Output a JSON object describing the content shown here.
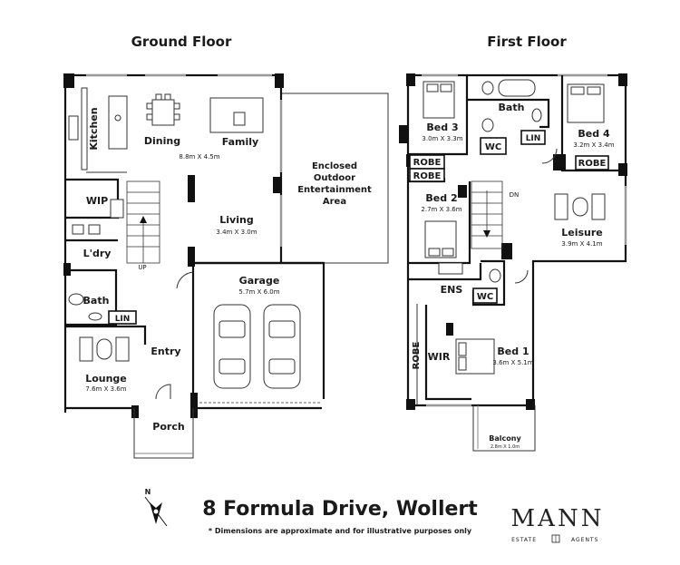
{
  "headings": {
    "ground_floor": "Ground Floor",
    "first_floor": "First Floor"
  },
  "ground_rooms": {
    "kitchen": "Kitchen",
    "dining": "Dining",
    "family": "Family",
    "family_dim": "8.8m X 4.5m",
    "outdoor_1": "Enclosed",
    "outdoor_2": "Outdoor",
    "outdoor_3": "Entertainment",
    "outdoor_4": "Area",
    "wip": "WIP",
    "living": "Living",
    "living_dim": "3.4m X 3.0m",
    "laundry": "L'dry",
    "up": "UP",
    "garage": "Garage",
    "garage_dim": "5.7m X 6.0m",
    "bath": "Bath",
    "lin": "LIN",
    "entry": "Entry",
    "lounge": "Lounge",
    "lounge_dim": "7.6m X 3.6m",
    "porch": "Porch"
  },
  "first_rooms": {
    "bed3": "Bed 3",
    "bed3_dim": "3.0m X 3.3m",
    "bath": "Bath",
    "wc_upper": "WC",
    "lin": "LIN",
    "bed4": "Bed 4",
    "bed4_dim": "3.2m X 3.4m",
    "robe_bed3": "ROBE",
    "robe_bed2": "ROBE",
    "robe_bed4": "ROBE",
    "bed2": "Bed 2",
    "bed2_dim": "2.7m X 3.6m",
    "dn": "DN",
    "leisure": "Leisure",
    "leisure_dim": "3.9m X 4.1m",
    "ens": "ENS",
    "wc_ens": "WC",
    "robe_bed1": "ROBE",
    "wir": "WIR",
    "bed1": "Bed 1",
    "bed1_dim": "3.6m X 5.1m",
    "balcony": "Balcony",
    "balcony_dim": "2.8m X 1.0m"
  },
  "footer": {
    "address": "8 Formula Drive, Wollert",
    "disclaimer": "* Dimensions are approximate and for illustrative purposes only",
    "brand": "MANN",
    "brand_sub_left": "ESTATE",
    "brand_sub_right": "AGENTS",
    "north": "N"
  },
  "colors": {
    "wall": "#111111",
    "line": "#333333",
    "glass": "#999999",
    "background": "#ffffff"
  },
  "icons": {
    "north": "north-arrow-icon",
    "brand": "brand-emblem-icon"
  }
}
